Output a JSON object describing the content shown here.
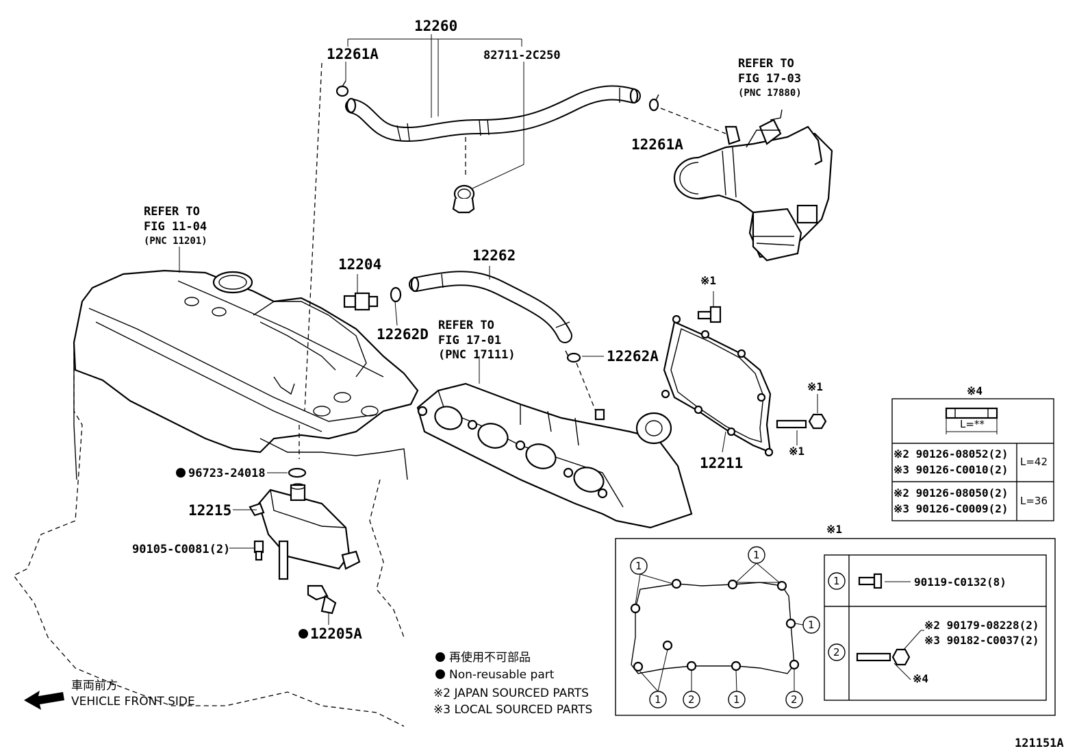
{
  "diagram": {
    "labels": {
      "p12260": "12260",
      "p12261A_top": "12261A",
      "p82711": "82711-2C250",
      "p12261A_right": "12261A",
      "p12204": "12204",
      "p12262": "12262",
      "p12262D": "12262D",
      "p12262A": "12262A",
      "p12211": "12211",
      "p96723": "96723-24018",
      "p12215": "12215",
      "p90105": "90105-C0081(2)",
      "p12205A": "12205A",
      "diagram_id": "121151A"
    },
    "refs": {
      "fig1703": {
        "line1": "REFER TO",
        "line2": "FIG 17-03",
        "line3": "(PNC 17880)"
      },
      "fig1104": {
        "line1": "REFER TO",
        "line2": "FIG 11-04",
        "line3": "(PNC 11201)"
      },
      "fig1701": {
        "line1": "REFER TO",
        "line2": "FIG 17-01",
        "line3": "(PNC 17111)"
      }
    },
    "marks": {
      "m1_a": "※1",
      "m1_b": "※1",
      "m1_c": "※1",
      "m1_detail": "※1",
      "m4_table": "※4",
      "m4_detail": "※4"
    },
    "dimension_label": "L=**",
    "length_table": [
      {
        "line1": "※2 90126-08052(2)",
        "line2": "※3 90126-C0010(2)",
        "length": "L=42"
      },
      {
        "line1": "※2 90126-08050(2)",
        "line2": "※3 90126-C0009(2)",
        "length": "L=36"
      }
    ],
    "detail": {
      "callouts": [
        "1",
        "1",
        "1",
        "1",
        "2",
        "1",
        "2"
      ],
      "legend": [
        {
          "key": "1",
          "part": "90119-C0132(8)"
        },
        {
          "key": "2",
          "line1": "※2 90179-08228(2)",
          "line2": "※3 90182-C0037(2)",
          "note": "※4"
        }
      ]
    },
    "legend": {
      "non_reusable_jp": "再使用不可部品",
      "non_reusable_en": "Non-reusable part",
      "japan_parts": "※2 JAPAN SOURCED PARTS",
      "local_parts": "※3 LOCAL SOURCED PARTS"
    },
    "front": {
      "jp": "車両前方",
      "en": "VEHICLE FRONT SIDE"
    }
  }
}
